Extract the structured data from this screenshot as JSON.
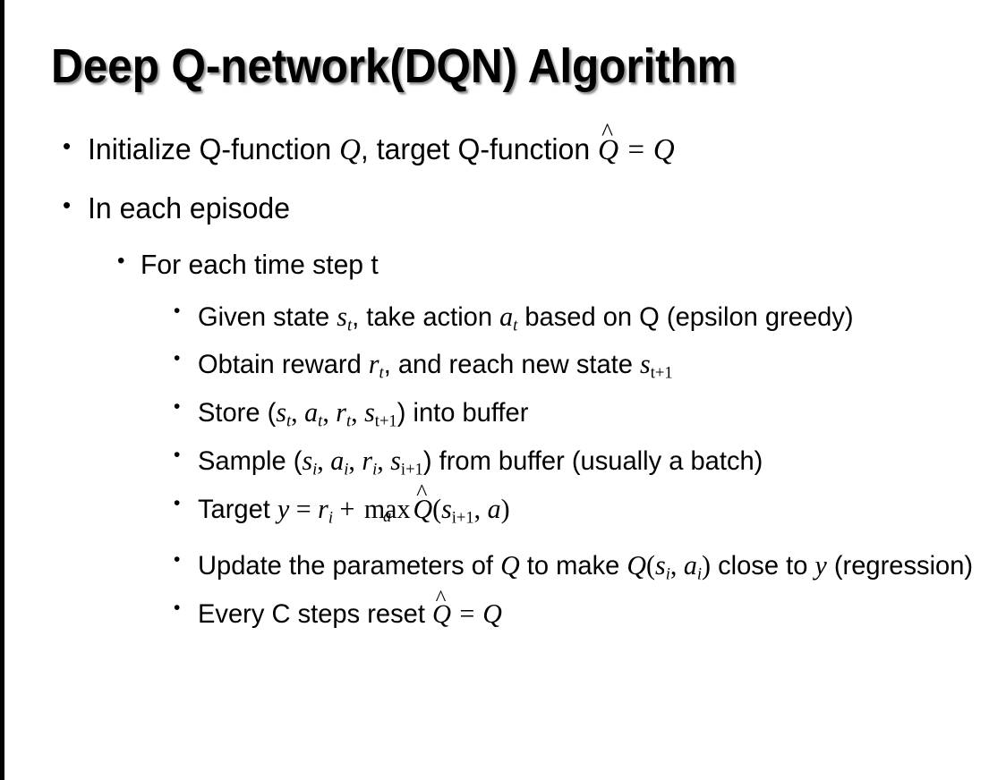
{
  "slide": {
    "title": "Deep Q-network(DQN) Algorithm",
    "background_color": "#ffffff",
    "text_color": "#000000",
    "edge_bar_color": "#000000"
  },
  "bullets": {
    "initialize": {
      "pre": "Initialize Q-function ",
      "q": "Q",
      "mid": ", target Q-function ",
      "qhat": "Q",
      "hat": "^",
      "eq": " = ",
      "q2": "Q"
    },
    "in_each_episode": "In each episode",
    "for_each_time_step": "For each time step t",
    "given_state": {
      "pre": "Given state ",
      "s": "s",
      "s_sub": "t",
      "mid": ", take action ",
      "a": "a",
      "a_sub": "t",
      "post": " based on Q (epsilon greedy)"
    },
    "obtain_reward": {
      "pre": "Obtain reward ",
      "r": "r",
      "r_sub": "t",
      "mid": ", and reach new state ",
      "s": "s",
      "s_sub": "t+1"
    },
    "store": {
      "pre": "Store (",
      "s1": "s",
      "s1_sub": "t",
      "sep1": ", ",
      "a": "a",
      "a_sub": "t",
      "sep2": ", ",
      "r": "r",
      "r_sub": "t",
      "sep3": ", ",
      "s2": "s",
      "s2_sub": "t+1",
      "post": ") into buffer"
    },
    "sample": {
      "pre": "Sample (",
      "s1": "s",
      "s1_sub": "i",
      "sep1": ", ",
      "a": "a",
      "a_sub": "i",
      "sep2": ", ",
      "r": "r",
      "r_sub": "i",
      "sep3": ", ",
      "s2": "s",
      "s2_sub": "i+1",
      "post": ") from buffer (usually a batch)"
    },
    "target": {
      "pre": "Target ",
      "y": "y",
      "eq": " = ",
      "r": "r",
      "r_sub": "i",
      "plus": " + ",
      "max": "max",
      "max_limit": "a",
      "qhat": "Q",
      "hat": "^",
      "open": "(",
      "s": "s",
      "s_sub": "i+1",
      "comma": ", ",
      "a": "a",
      "close": ")"
    },
    "update": {
      "pre": "Update the parameters of ",
      "q1": "Q",
      "mid": " to make ",
      "q2": "Q",
      "open": "(",
      "s": "s",
      "s_sub": "i",
      "comma": ", ",
      "a": "a",
      "a_sub": "i",
      "close": ")",
      "post": " close to ",
      "y": "y",
      "tail": " (regression)"
    },
    "every_c_steps": {
      "pre": "Every C steps reset ",
      "qhat": "Q",
      "hat": "^",
      "eq": " = ",
      "q": "Q"
    }
  },
  "icons": {
    "bullet_dot": "•"
  }
}
